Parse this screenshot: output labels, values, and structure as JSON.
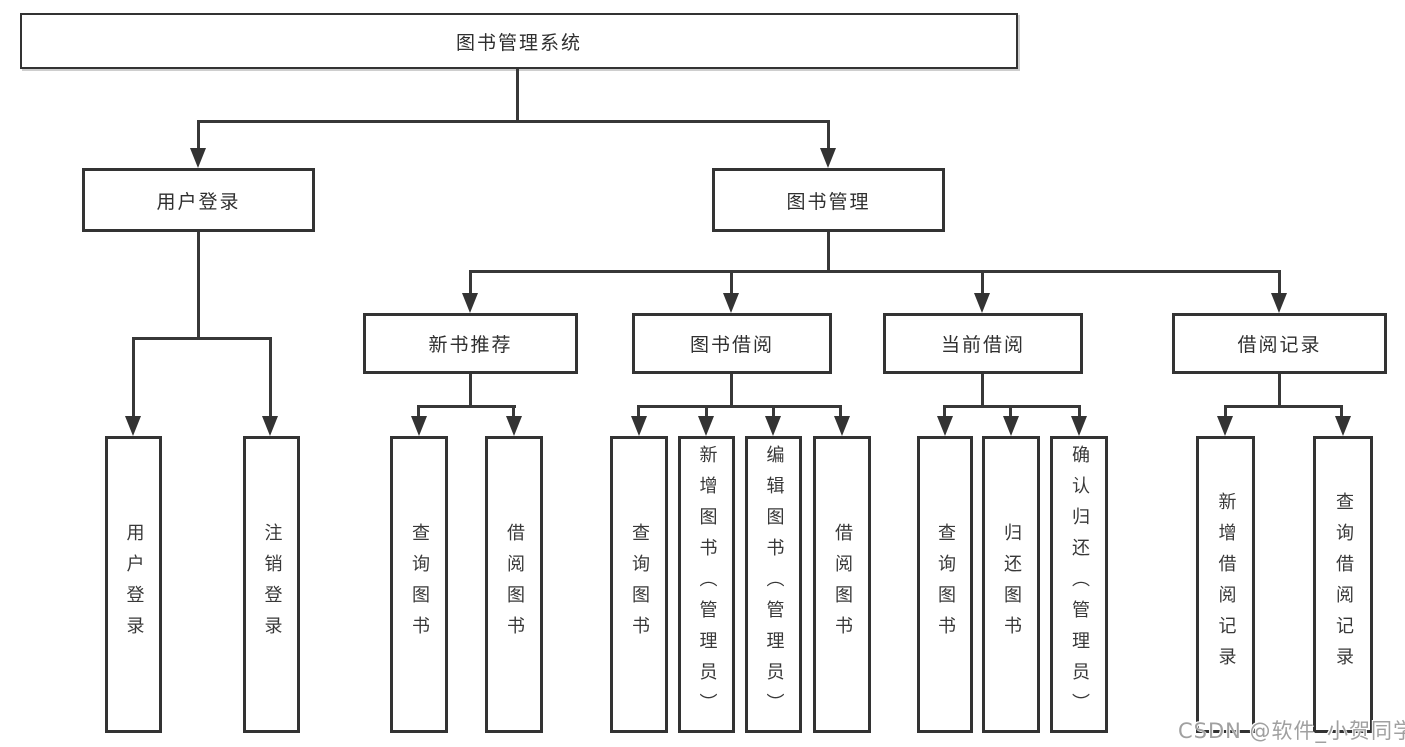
{
  "tree": {
    "root": "图书管理系统",
    "branches": [
      {
        "label": "用户登录",
        "children": [
          {
            "label": "用户登录"
          },
          {
            "label": "注销登录"
          }
        ]
      },
      {
        "label": "图书管理",
        "children": [
          {
            "label": "新书推荐",
            "children": [
              {
                "label": "查询图书"
              },
              {
                "label": "借阅图书"
              }
            ]
          },
          {
            "label": "图书借阅",
            "children": [
              {
                "label": "查询图书"
              },
              {
                "label": "新增图书（管理员）"
              },
              {
                "label": "编辑图书（管理员）"
              },
              {
                "label": "借阅图书"
              }
            ]
          },
          {
            "label": "当前借阅",
            "children": [
              {
                "label": "查询图书"
              },
              {
                "label": "归还图书"
              },
              {
                "label": "确认归还（管理员）"
              }
            ]
          },
          {
            "label": "借阅记录",
            "children": [
              {
                "label": "新增借阅记录"
              },
              {
                "label": "查询借阅记录"
              }
            ]
          }
        ]
      }
    ]
  },
  "watermark": "CSDN @软件_小贺同学",
  "colors": {
    "line": "#383838",
    "box_border": "#333333",
    "box_fill": "#ffffff",
    "text": "#2f2f2f",
    "watermark": "#a0a0a0"
  }
}
